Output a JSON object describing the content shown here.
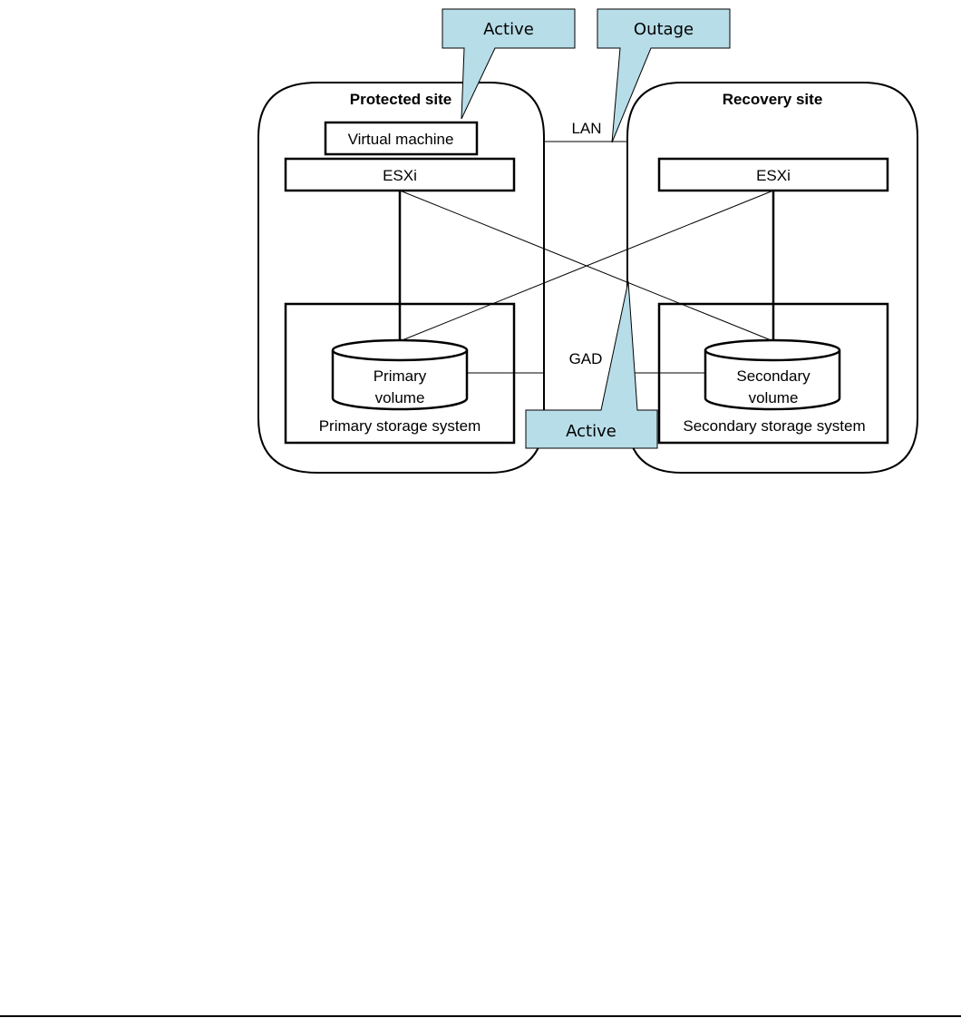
{
  "sites": {
    "protected": {
      "title": "Protected site",
      "vm": "Virtual machine",
      "esxi": "ESXi",
      "volume_line1": "Primary",
      "volume_line2": "volume",
      "storage": "Primary storage system"
    },
    "recovery": {
      "title": "Recovery site",
      "esxi": "ESXi",
      "volume_line1": "Secondary",
      "volume_line2": "volume",
      "storage": "Secondary storage system"
    }
  },
  "links": {
    "lan": "LAN",
    "gad": "GAD"
  },
  "callouts": {
    "vm_status": "Active",
    "lan_status": "Outage",
    "storage_status": "Active"
  },
  "colors": {
    "callout_fill": "#b7dde8",
    "stroke": "#000000"
  }
}
